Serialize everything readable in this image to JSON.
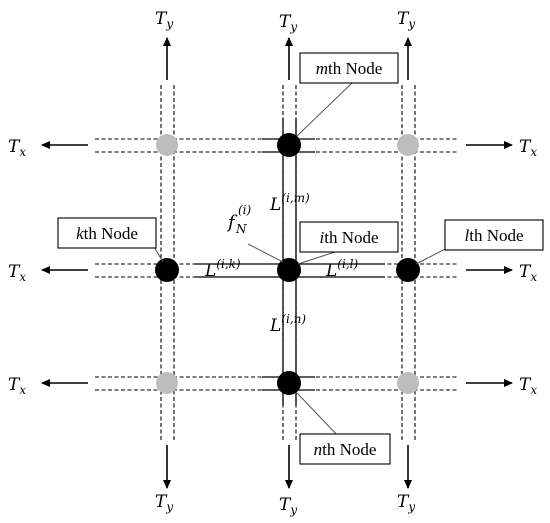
{
  "forces": {
    "tx": "T",
    "tx_sub": "x",
    "ty": "T",
    "ty_sub": "y"
  },
  "node_labels": {
    "m": {
      "var": "m",
      "suffix": "th Node"
    },
    "i": {
      "var": "i",
      "suffix": "th Node"
    },
    "k": {
      "var": "k",
      "suffix": "th Node"
    },
    "l": {
      "var": "l",
      "suffix": "th Node"
    },
    "n": {
      "var": "n",
      "suffix": "th Node"
    }
  },
  "links": {
    "L": "L",
    "im": "(i,m)",
    "ik": "(i,k)",
    "il": "(i,l)",
    "in": "(i,n)"
  },
  "force_label": {
    "f": "f",
    "sub": "N",
    "sup": "(i)"
  },
  "colors": {
    "active_node": "#000000",
    "inactive_node": "#bdbdbd",
    "line": "#000000"
  }
}
